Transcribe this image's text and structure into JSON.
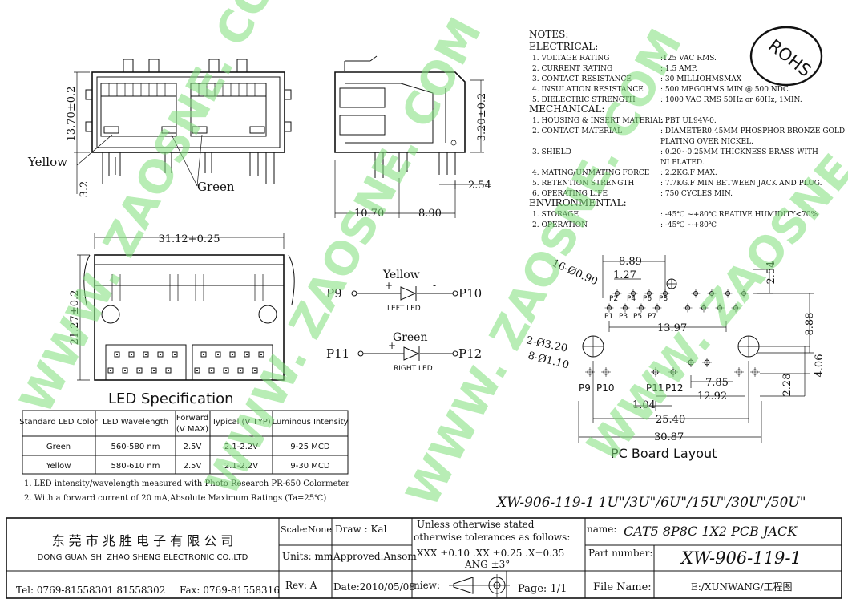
{
  "notes": {
    "title": "NOTES:",
    "electrical_heading": "ELECTRICAL:",
    "electrical": [
      {
        "label": "1.  VOLTAGE RATING",
        "value": ":125 VAC RMS."
      },
      {
        "label": "2.  CURRENT RATING",
        "value": ": 1.5 AMP."
      },
      {
        "label": "3. CONTACT RESISTANCE",
        "value": ": 30 MILLIOHMSMAX"
      },
      {
        "label": "4.  INSULATION RESISTANCE",
        "value": ": 500 MEGOHMS MIN @ 500  NDC."
      },
      {
        "label": "5. DIELECTRIC STRENGTH",
        "value": ": 1000 VAC RMS 50Hz  or 60Hz, 1MIN."
      }
    ],
    "mechanical_heading": "MECHANICAL:",
    "mechanical": [
      {
        "label": "1.  HOUSING & INSERT MATERIAL",
        "value": ": PBT UL94V-0."
      },
      {
        "label": "2.  CONTACT MATERIAL",
        "value": ": DIAMETER0.45MM PHOSPHOR BRONZE GOLD"
      },
      {
        "label": "",
        "value": "PLATING OVER NICKEL."
      },
      {
        "label": "3.  SHIELD",
        "value": ": 0.20~0.25MM THICKNESS BRASS WITH"
      },
      {
        "label": "",
        "value": "NI PLATED."
      },
      {
        "label": "4.  MATING/UNMATING FORCE",
        "value": ": 2.2KG.F MAX."
      },
      {
        "label": "5.  RETENTION STRENGTH",
        "value": ": 7.7KG.F MIN BETWEEN JACK AND PLUG."
      },
      {
        "label": "6.  OPERATING LIFE",
        "value": ": 750 CYCLES MIN."
      }
    ],
    "environmental_heading": "ENVIRONMENTAL:",
    "environmental": [
      {
        "label": "1. STORAGE",
        "value": ": -45℃  ~+80℃ REATIVE HUMIDITY<70%"
      },
      {
        "label": "2. OPERATION",
        "value": ": -45℃  ~+80℃"
      }
    ]
  },
  "rohs": "ROHS",
  "front_view": {
    "dim_height": "13.70±0.2",
    "dim_bottom": "3.2",
    "label_yellow": "Yellow",
    "label_green": "Green"
  },
  "side_view": {
    "dim_height": "3.20±0.2",
    "dim_pin": "2.54",
    "dim_a": "10.70",
    "dim_b": "8.90"
  },
  "bottom_view": {
    "dim_width": "31.12+0.25",
    "dim_height": "21.27±0.2"
  },
  "led_circuit": {
    "yellow_label": "Yellow",
    "green_label": "Green",
    "left_led": "LEFT LED",
    "right_led": "RIGHT LED",
    "p9": "P9",
    "p10": "P10",
    "p11": "P11",
    "p12": "P12",
    "plus": "+",
    "minus": "-"
  },
  "pcb_layout": {
    "title": "PC Board Layout",
    "hole_small": "16-Ø0.90",
    "hole_big": "2-Ø3.20",
    "hole_led": "8-Ø1.10",
    "d_889": "8.89",
    "d_127": "1.27",
    "d_254": "2.54",
    "d_888": "8.88",
    "d_1397": "13.97",
    "d_406": "4.06",
    "d_228": "2.28",
    "d_785": "7.85",
    "d_1292": "12.92",
    "d_104": "1.04",
    "d_2540": "25.40",
    "d_3087": "30.87",
    "pins_a": [
      "P2",
      "P4",
      "P6",
      "P8"
    ],
    "pins_b": [
      "P1",
      "P3",
      "P5",
      "P7"
    ],
    "p9": "P9",
    "p10": "P10",
    "p11": "P11",
    "p12": "P12"
  },
  "led_spec": {
    "title": "LED Specification",
    "headers": [
      "Standard LED Color",
      "LED Wavelength",
      "Forward\n(V MAX)",
      "Typical (V TYP)",
      "Luminous Intensity"
    ],
    "rows": [
      [
        "Green",
        "560-580  nm",
        "2.5V",
        "2.1-2.2V",
        "9-25 MCD"
      ],
      [
        "Yellow",
        "580-610  nm",
        "2.5V",
        "2.1-2.2V",
        "9-30 MCD"
      ]
    ],
    "footnotes": [
      "1. LED intensity/wavelength measured with Photo Research PR-650 Colormeter",
      "2. With a forward current of 20 mA,Absolute Maximum Ratings (Ta=25℃)"
    ]
  },
  "model_line": "XW-906-119-1   1U\"/3U\"/6U\"/15U\"/30U\"/50U\"",
  "title_block": {
    "company_cn": "东 莞 市 兆 胜 电 子 有 限 公 司",
    "company_en": "DONG GUAN SHI ZHAO SHENG ELECTRONIC CO.,LTD",
    "tel": "Tel: 0769-81558301 81558302",
    "fax": "Fax: 0769-81558316",
    "scale": "Scale:None",
    "draw": "Draw  :  Kal",
    "units": "Units: mm",
    "approved": "Approved:Ansom",
    "rev": "Rev: A",
    "date": "Date:2010/05/08",
    "tol_line1": "Unless otherwise stated",
    "tol_line2": "otherwise tolerances as follows:",
    "tol_line3": ".XXX ±0.10 .XX ±0.25 .X±0.35",
    "tol_line4": "ANG ±3°",
    "view_label": "niew:",
    "page": "Page: 1/1",
    "name_label": "name:",
    "name_value": "CAT5  8P8C  1X2  PCB  JACK",
    "part_label": "Part number:",
    "part_value": "XW-906-119-1",
    "file_label": "File Name:",
    "file_value": "E:/XUNWANG/工程图"
  },
  "watermarks": [
    "WWW. ZAOSNE. COM",
    "WWW. ZAOSNE. COM",
    "WWW. ZAOSNE. COM",
    "WWW. ZAOSNE. COM"
  ]
}
